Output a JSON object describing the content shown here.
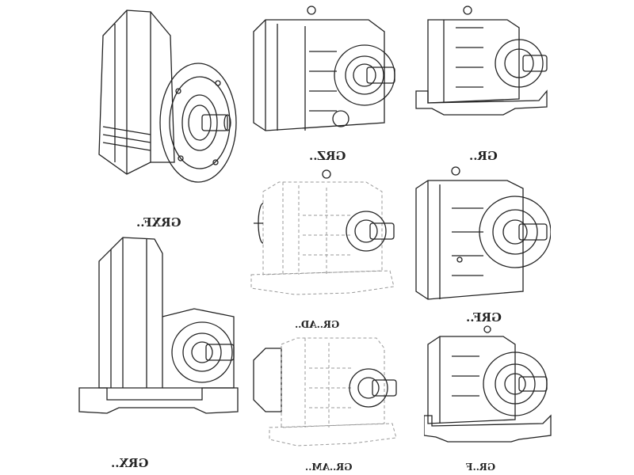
{
  "figures": [
    {
      "id": "grxf",
      "label": "GRXF.."
    },
    {
      "id": "grz",
      "label": "GRZ.."
    },
    {
      "id": "gr",
      "label": "GR.."
    },
    {
      "id": "grad",
      "label": "GR..AD.."
    },
    {
      "id": "grf",
      "label": "GRF.."
    },
    {
      "id": "grx",
      "label": "GRX.."
    },
    {
      "id": "gram",
      "label": "GR..AM.."
    },
    {
      "id": "gr-f",
      "label": "GR..F"
    }
  ]
}
